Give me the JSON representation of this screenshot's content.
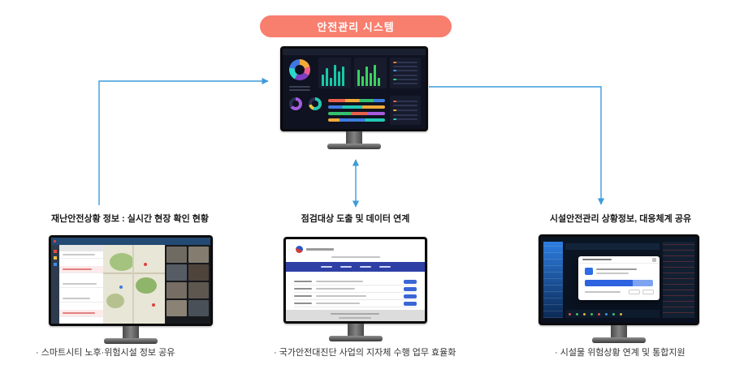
{
  "colors": {
    "title_bg": "#F87E6E",
    "arrow": "#3D9BDB"
  },
  "title": "안전관리 시스템",
  "branches": {
    "left": {
      "heading": "재난안전상황 정보 : 실시간 현장 확인 현황",
      "caption": "· 스마트시티 노후·위험시설 정보 공유"
    },
    "center": {
      "heading": "점검대상 도출 및 데이터 연계",
      "caption": "· 국가안전대진단 사업의 지자체 수행 업무 효율화"
    },
    "right": {
      "heading": "시설안전관리 상황정보, 대응체계 공유",
      "caption": "· 시설물 위험상황 연계 및 통합지원"
    }
  },
  "icons": {
    "gov_emblem": "korean-government-emblem",
    "close": "close",
    "record_dot": "record-indicator"
  }
}
